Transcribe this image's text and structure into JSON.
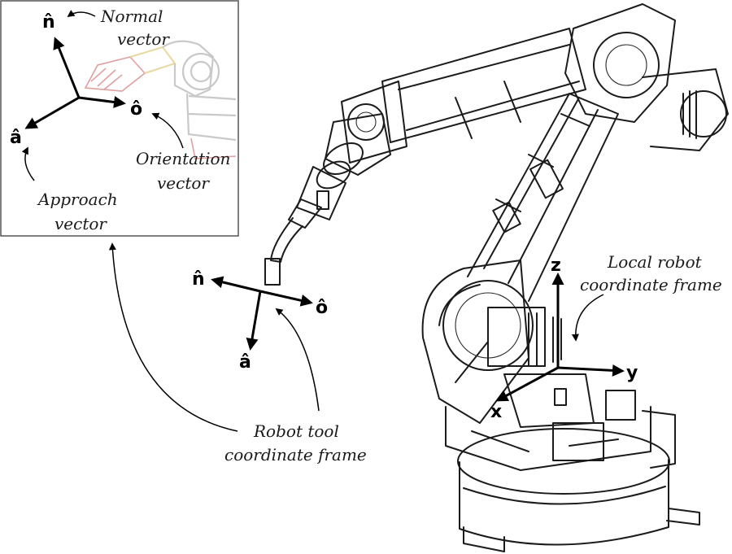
{
  "inset": {
    "vectors": {
      "n": "n̂",
      "o": "ô",
      "a": "â"
    },
    "labels": {
      "normal_1": "Normal",
      "normal_2": "vector",
      "orientation_1": "Orientation",
      "orientation_2": "vector",
      "approach_1": "Approach",
      "approach_2": "vector"
    }
  },
  "tool_frame": {
    "vectors": {
      "n": "n̂",
      "o": "ô",
      "a": "â"
    },
    "label_1": "Robot tool",
    "label_2": "coordinate frame"
  },
  "local_frame": {
    "axes": {
      "x": "x",
      "y": "y",
      "z": "z"
    },
    "label_1": "Local robot",
    "label_2": "coordinate frame"
  },
  "colors": {
    "ink": "#000000",
    "ghost": "#c9c9c9",
    "ghost_red": "#e0a0a0",
    "ghost_yellow": "#e8d9a0"
  }
}
